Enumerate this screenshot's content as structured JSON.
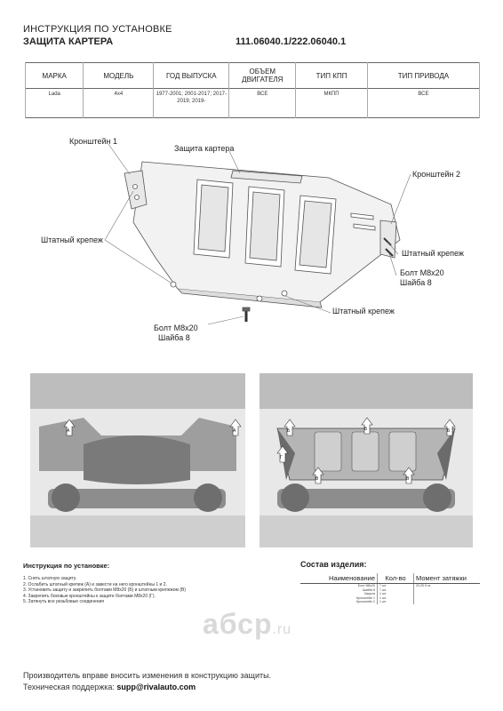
{
  "header": {
    "line1": "ИНСТРУКЦИЯ ПО УСТАНОВКЕ",
    "line2": "ЗАЩИТА КАРТЕРА",
    "part_number": "111.06040.1/222.06040.1"
  },
  "spec_table": {
    "headers": [
      "МАРКА",
      "МОДЕЛЬ",
      "ГОД ВЫПУСКА",
      "ОБЪЕМ ДВИГАТЕЛЯ",
      "ТИП КПП",
      "ТИП ПРИВОДА"
    ],
    "row": [
      "Lada",
      "4x4",
      "1977-2001; 2001-2017; 2017-2019; 2019-",
      "ВСЕ",
      "МКПП",
      "ВСЕ"
    ]
  },
  "diagram_labels": {
    "bracket1": "Кронштейн 1",
    "guard": "Защита картера",
    "bracket2": "Кронштейн 2",
    "std_left": "Штатный крепеж",
    "std_right": "Штатный крепеж",
    "bolt_right_1": "Болт М8х20",
    "bolt_right_2": "Шайба 8",
    "std_bottom": "Штатный крепеж",
    "bolt_bottom_1": "Болт М8х20",
    "bolt_bottom_2": "Шайба 8"
  },
  "photo_markers": {
    "a": "А",
    "b": "Б",
    "v": "В",
    "g": "Г"
  },
  "instructions": {
    "title": "Инструкция по установке:",
    "steps": [
      "1. Снять штатную защиту.",
      "2. Ослабить штатный крепеж (А) и завести на него кронштейны 1 и 2.",
      "3. Установить защиту и закрепить болтами М8х20 (Б) и штатным крепежом (В)",
      "4. Закрепить боковые кронштейны к защите болтами М8х20 (Г).",
      "5. Затянуть все резьбовые соединения"
    ]
  },
  "composition": {
    "title": "Состав изделия:",
    "headers": [
      "Наименование",
      "Кол-во",
      "Момент затяжки"
    ],
    "rows": [
      {
        "name": "Болт М8х20",
        "qty": "7 шт.",
        "torque": "20-25 Н·м"
      },
      {
        "name": "Шайба 8",
        "qty": "7 шт.",
        "torque": ""
      },
      {
        "name": "Защита",
        "qty": "1 шт.",
        "torque": ""
      },
      {
        "name": "Кронштейн 1",
        "qty": "1 шт.",
        "torque": ""
      },
      {
        "name": "Кронштейн 2",
        "qty": "1 шт.",
        "torque": ""
      }
    ]
  },
  "watermark": {
    "brand": "абср",
    "tld": ".ru"
  },
  "footer": {
    "line1": "Производитель вправе вносить изменения в конструкцию защиты.",
    "line2_prefix": "Техническая поддержка:",
    "email": "supp@rivalauto.com"
  }
}
